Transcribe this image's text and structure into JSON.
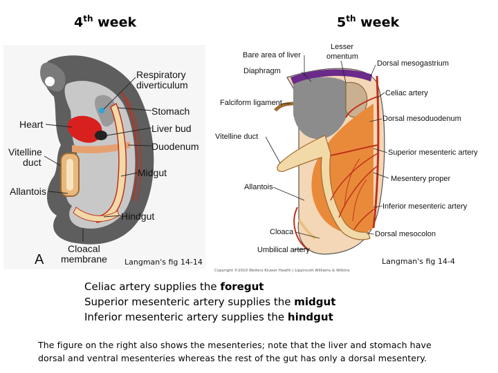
{
  "titles": {
    "left_week_num": "4",
    "left_week_suffix": "th",
    "left_week_word": " week",
    "right_week_num": "5",
    "right_week_suffix": "th",
    "right_week_word": " week"
  },
  "left_figure": {
    "panel_letter": "A",
    "labels": {
      "respiratory": "Respiratory",
      "diverticulum": "diverticulum",
      "stomach": "Stomach",
      "heart": "Heart",
      "liver_bud": "Liver bud",
      "duodenum": "Duodenum",
      "vitelline": "Vitelline",
      "duct": "duct",
      "midgut": "Midgut",
      "allantois": "Allantois",
      "hindgut": "Hindgut",
      "cloacal": "Cloacal",
      "membrane": "membrane"
    },
    "caption": "Langman's fig 14-14"
  },
  "right_figure": {
    "labels": {
      "lesser": "Lesser",
      "omentum": "omentum",
      "bare_area": "Bare area of liver",
      "diaphragm": "Diaphragm",
      "dorsal_mesogastrium": "Dorsal mesogastrium",
      "celiac_artery": "Celiac artery",
      "falciform": "Falciform ligament",
      "dorsal_mesoduodenum": "Dorsal mesoduodenum",
      "vitelline_duct": "Vitelline duct",
      "superior_mesenteric": "Superior mesenteric artery",
      "mesentery_proper": "Mesentery proper",
      "allantois": "Allantois",
      "inferior_mesenteric": "Inferior mesenteric artery",
      "cloaca": "Cloaca",
      "dorsal_mesocolon": "Dorsal mesocolon",
      "umbilical_artery": "Umbilical artery"
    },
    "caption": "Langman's fig 14-4",
    "copyright": "Copyright ©2010 Wolters Kluwer Health | Lippincott Williams & Wilkins"
  },
  "summary": {
    "line1_a": "Celiac artery",
    "line1_b": " supplies the ",
    "line1_c": "foregut",
    "line2_a": "Superior mesenteric artery",
    "line2_b": " supplies the ",
    "line2_c": "midgut",
    "line3_a": "Inferior mesenteric artery",
    "line3_b": " supplies the ",
    "line3_c": "hindgut"
  },
  "note": {
    "line1": "The figure on the right also shows the mesenteries; note that the liver and stomach have",
    "line2": "dorsal and ventral mesenteries whereas the rest of the gut has only a dorsal mesentery."
  },
  "colors": {
    "embryo_dark": "#5a5a5a",
    "embryo_mid": "#9a9a9a",
    "heart_red": "#d8201e",
    "gut_cream": "#f2d9a8",
    "artery_red": "#c0301a",
    "mesentery_orange": "#e98a3a",
    "liver_gray": "#8c8c8c",
    "diaphragm_purple": "#6a2a8a"
  }
}
